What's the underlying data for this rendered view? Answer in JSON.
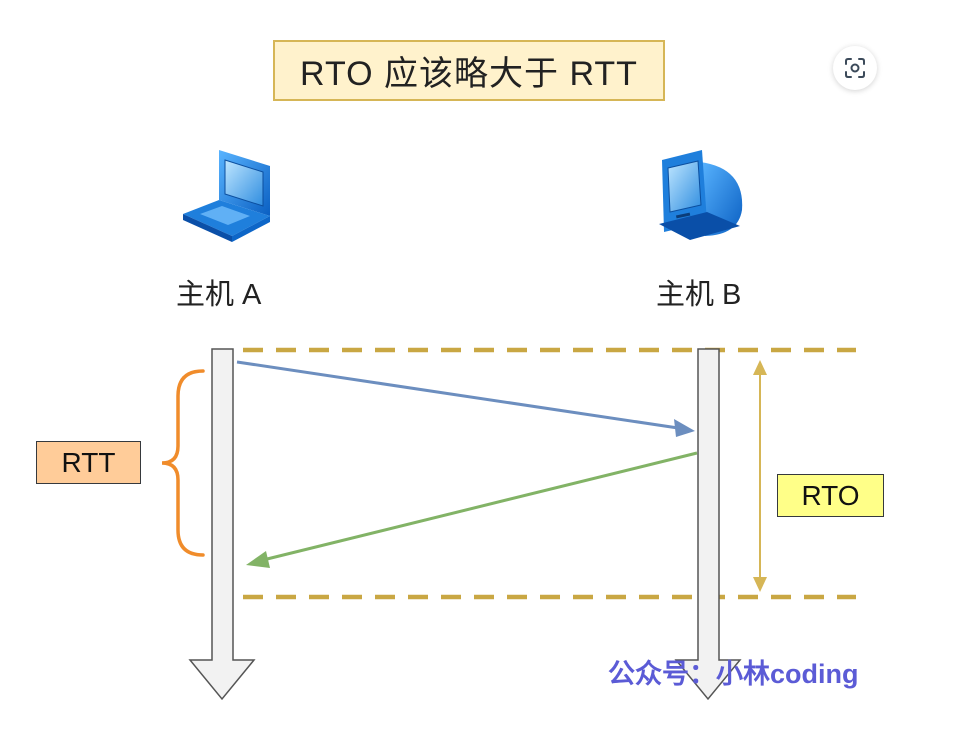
{
  "title": "RTO 应该略大于 RTT",
  "hosts": {
    "a": {
      "label": "主机 A",
      "icon": "laptop-icon"
    },
    "b": {
      "label": "主机 B",
      "icon": "desktop-computer-icon"
    }
  },
  "labels": {
    "rtt": "RTT",
    "rto": "RTO"
  },
  "watermark": "公众号：小林coding",
  "colors": {
    "title_fill": "#fff2cc",
    "title_border": "#d6b656",
    "rtt_fill": "#ffcc99",
    "rto_fill": "#ffff88",
    "send_arrow": "#6c8ebf",
    "ack_arrow": "#82b366",
    "rtt_brace": "#f08c2b",
    "rto_arrow": "#d6b656",
    "dashed_lines": "#c9a743",
    "watermark": "#5b5bd6"
  }
}
